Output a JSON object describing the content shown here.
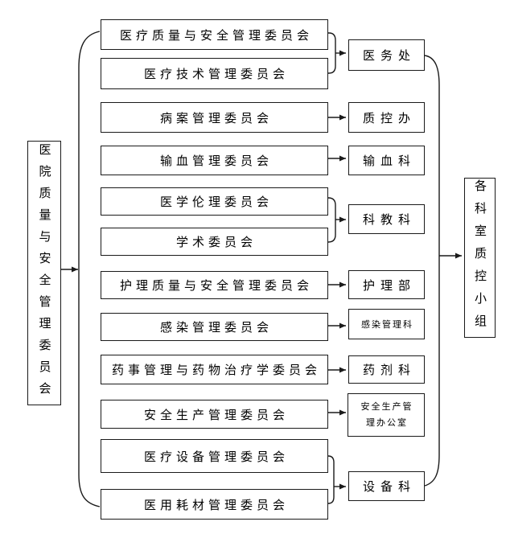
{
  "colors": {
    "background": "#ffffff",
    "line": "#1a1a1a",
    "text": "#000000"
  },
  "root": {
    "id": "hospital-quality-safety-committee",
    "label": "医院质量与安全管理委员会"
  },
  "committees": [
    {
      "id": "medical-quality-safety",
      "label": "医疗质量与安全管理委员会"
    },
    {
      "id": "medical-technology",
      "label": "医疗技术管理委员会"
    },
    {
      "id": "medical-records",
      "label": "病案管理委员会"
    },
    {
      "id": "blood-transfusion",
      "label": "输血管理委员会"
    },
    {
      "id": "medical-ethics",
      "label": "医学伦理委员会"
    },
    {
      "id": "academic",
      "label": "学术委员会"
    },
    {
      "id": "nursing-quality-safety",
      "label": "护理质量与安全管理委员会"
    },
    {
      "id": "infection-management",
      "label": "感染管理委员会"
    },
    {
      "id": "pharmacy-therapeutics",
      "label": "药事管理与药物治疗学委员会"
    },
    {
      "id": "work-safety",
      "label": "安全生产管理委员会"
    },
    {
      "id": "medical-equipment",
      "label": "医疗设备管理委员会"
    },
    {
      "id": "medical-consumables",
      "label": "医用耗材管理委员会"
    }
  ],
  "departments": [
    {
      "id": "medical-affairs-office",
      "label": "医务处"
    },
    {
      "id": "quality-control-office",
      "label": "质控办"
    },
    {
      "id": "blood-transfusion-dept",
      "label": "输血科"
    },
    {
      "id": "science-education-dept",
      "label": "科教科"
    },
    {
      "id": "nursing-dept",
      "label": "护理部"
    },
    {
      "id": "infection-control-dept",
      "label": "感染管理科"
    },
    {
      "id": "pharmacy-dept",
      "label": "药剂科"
    },
    {
      "id": "work-safety-office",
      "label": "安全生产管理办公室",
      "label_lines": [
        "安全生产管",
        "理办公室"
      ]
    },
    {
      "id": "equipment-dept",
      "label": "设备科"
    }
  ],
  "sink": {
    "id": "department-qc-groups",
    "label": "各科室质控小组"
  },
  "edges": [
    {
      "from": [
        "hospital-quality-safety-committee"
      ],
      "to": "all-committees"
    },
    {
      "from": [
        "medical-quality-safety",
        "medical-technology"
      ],
      "to": "medical-affairs-office"
    },
    {
      "from": [
        "medical-records"
      ],
      "to": "quality-control-office"
    },
    {
      "from": [
        "blood-transfusion"
      ],
      "to": "blood-transfusion-dept"
    },
    {
      "from": [
        "medical-ethics",
        "academic"
      ],
      "to": "science-education-dept"
    },
    {
      "from": [
        "nursing-quality-safety"
      ],
      "to": "nursing-dept"
    },
    {
      "from": [
        "infection-management"
      ],
      "to": "infection-control-dept"
    },
    {
      "from": [
        "pharmacy-therapeutics"
      ],
      "to": "pharmacy-dept"
    },
    {
      "from": [
        "work-safety"
      ],
      "to": "work-safety-office"
    },
    {
      "from": [
        "medical-equipment",
        "medical-consumables"
      ],
      "to": "equipment-dept"
    },
    {
      "from": [
        "medical-affairs-office",
        "equipment-dept"
      ],
      "to": "department-qc-groups"
    }
  ]
}
